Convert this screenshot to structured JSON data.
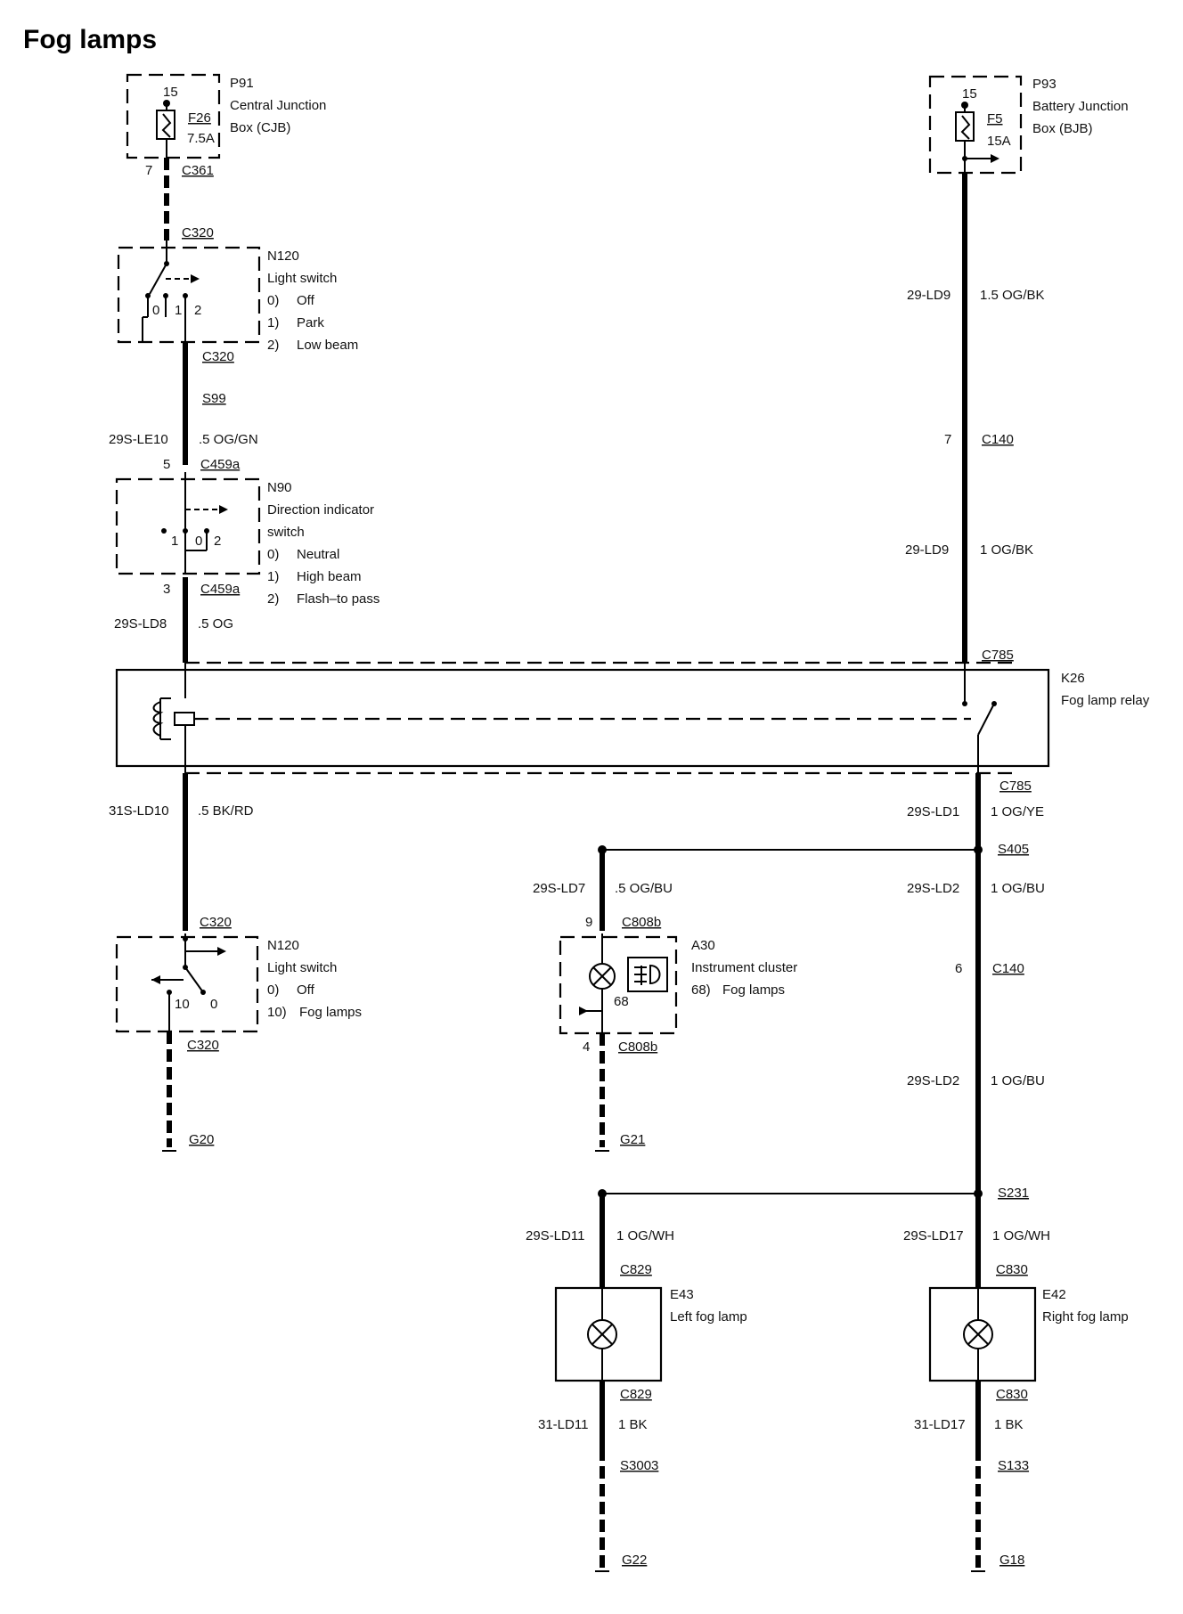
{
  "title": "Fog lamps",
  "components": {
    "p91": {
      "id": "P91",
      "line1": "Central Junction",
      "line2": "Box (CJB)",
      "pin": "15",
      "fuse": "F26",
      "rating": "7.5A",
      "out_pin": "7",
      "connector": "C361"
    },
    "p93": {
      "id": "P93",
      "line1": "Battery Junction",
      "line2": "Box (BJB)",
      "pin": "15",
      "fuse": "F5",
      "rating": "15A"
    },
    "n120_top": {
      "id": "N120",
      "name": "Light switch",
      "positions": [
        "0)",
        "Off",
        "1)",
        "Park",
        "2)",
        "Low beam"
      ],
      "contacts": [
        "0",
        "1",
        "2"
      ],
      "conn_in": "C320",
      "conn_out": "C320"
    },
    "n90": {
      "id": "N90",
      "name_line1": "Direction indicator",
      "name_line2": "switch",
      "positions": [
        "0)",
        "Neutral",
        "1)",
        "High beam",
        "2)",
        "Flash–to pass"
      ],
      "contacts": [
        "1",
        "0",
        "2"
      ],
      "pin_in": "5",
      "conn_in": "C459a",
      "pin_out": "3",
      "conn_out": "C459a"
    },
    "k26": {
      "id": "K26",
      "name": "Fog lamp relay",
      "conn_top": "C785",
      "conn_bottom": "C785"
    },
    "n120_bottom": {
      "id": "N120",
      "name": "Light switch",
      "positions": [
        "0)",
        "Off",
        "10)",
        "Fog lamps"
      ],
      "contacts": [
        "10",
        "0"
      ],
      "conn_in": "C320",
      "conn_out": "C320"
    },
    "a30": {
      "id": "A30",
      "name": "Instrument cluster",
      "item": "68)",
      "item_name": "Fog lamps",
      "pin_in": "9",
      "conn_in": "C808b",
      "pin_label": "68",
      "pin_out": "4",
      "conn_out": "C808b"
    },
    "e43": {
      "id": "E43",
      "name": "Left fog lamp",
      "conn_in": "C829",
      "conn_out": "C829"
    },
    "e42": {
      "id": "E42",
      "name": "Right fog lamp",
      "conn_in": "C830",
      "conn_out": "C830"
    }
  },
  "wires": {
    "le10": {
      "code": "29S-LE10",
      "spec": ".5 OG/GN"
    },
    "ld8": {
      "code": "29S-LD8",
      "spec": ".5 OG"
    },
    "ld10": {
      "code": "31S-LD10",
      "spec": ".5 BK/RD"
    },
    "ld9a": {
      "code": "29-LD9",
      "spec": "1.5 OG/BK"
    },
    "ld9b": {
      "code": "29-LD9",
      "spec": "1 OG/BK"
    },
    "ld1": {
      "code": "29S-LD1",
      "spec": "1 OG/YE"
    },
    "ld7": {
      "code": "29S-LD7",
      "spec": ".5 OG/BU"
    },
    "ld2a": {
      "code": "29S-LD2",
      "spec": "1 OG/BU"
    },
    "ld2b": {
      "code": "29S-LD2",
      "spec": "1 OG/BU"
    },
    "ld11": {
      "code": "29S-LD11",
      "spec": "1 OG/WH"
    },
    "ld17": {
      "code": "29S-LD17",
      "spec": "1 OG/WH"
    },
    "ld11b": {
      "code": "31-LD11",
      "spec": "1 BK"
    },
    "ld17b": {
      "code": "31-LD17",
      "spec": "1 BK"
    }
  },
  "connectors": {
    "c140_top": {
      "pin": "7",
      "name": "C140"
    },
    "c140_bottom": {
      "pin": "6",
      "name": "C140"
    }
  },
  "splices": {
    "s99": "S99",
    "s405": "S405",
    "s231": "S231",
    "s3003": "S3003",
    "s133": "S133"
  },
  "grounds": {
    "g20": "G20",
    "g21": "G21",
    "g22": "G22",
    "g18": "G18"
  }
}
